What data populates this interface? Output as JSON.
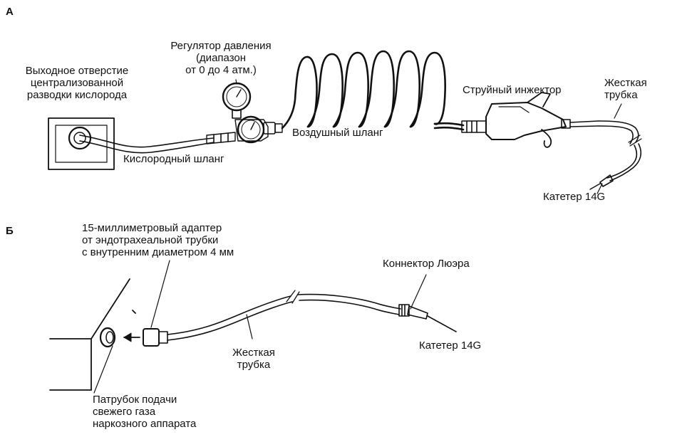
{
  "panel_a": {
    "tag": "А",
    "oxygen_outlet": [
      "Выходное отверстие",
      "централизованной",
      "разводки кислорода"
    ],
    "oxygen_hose": "Кислородный шланг",
    "pressure_regulator": [
      "Регулятор давления",
      "(диапазон",
      "от 0 до 4 атм.)"
    ],
    "air_hose": "Воздушный шланг",
    "jet_injector": "Струйный инжектор",
    "rigid_tube": [
      "Жесткая",
      "трубка"
    ],
    "catheter": "Катетер 14G"
  },
  "panel_b": {
    "tag": "Б",
    "adapter": [
      "15-миллиметровый адаптер",
      "от эндотрахеальной трубки",
      "с внутренним диаметром 4 мм"
    ],
    "luer_connector": "Коннектор Люэра",
    "catheter": "Катетер 14G",
    "rigid_tube": [
      "Жесткая",
      "трубка"
    ],
    "fresh_gas_outlet": [
      "Патрубок подачи",
      "свежего газа",
      "наркозного аппарата"
    ]
  }
}
